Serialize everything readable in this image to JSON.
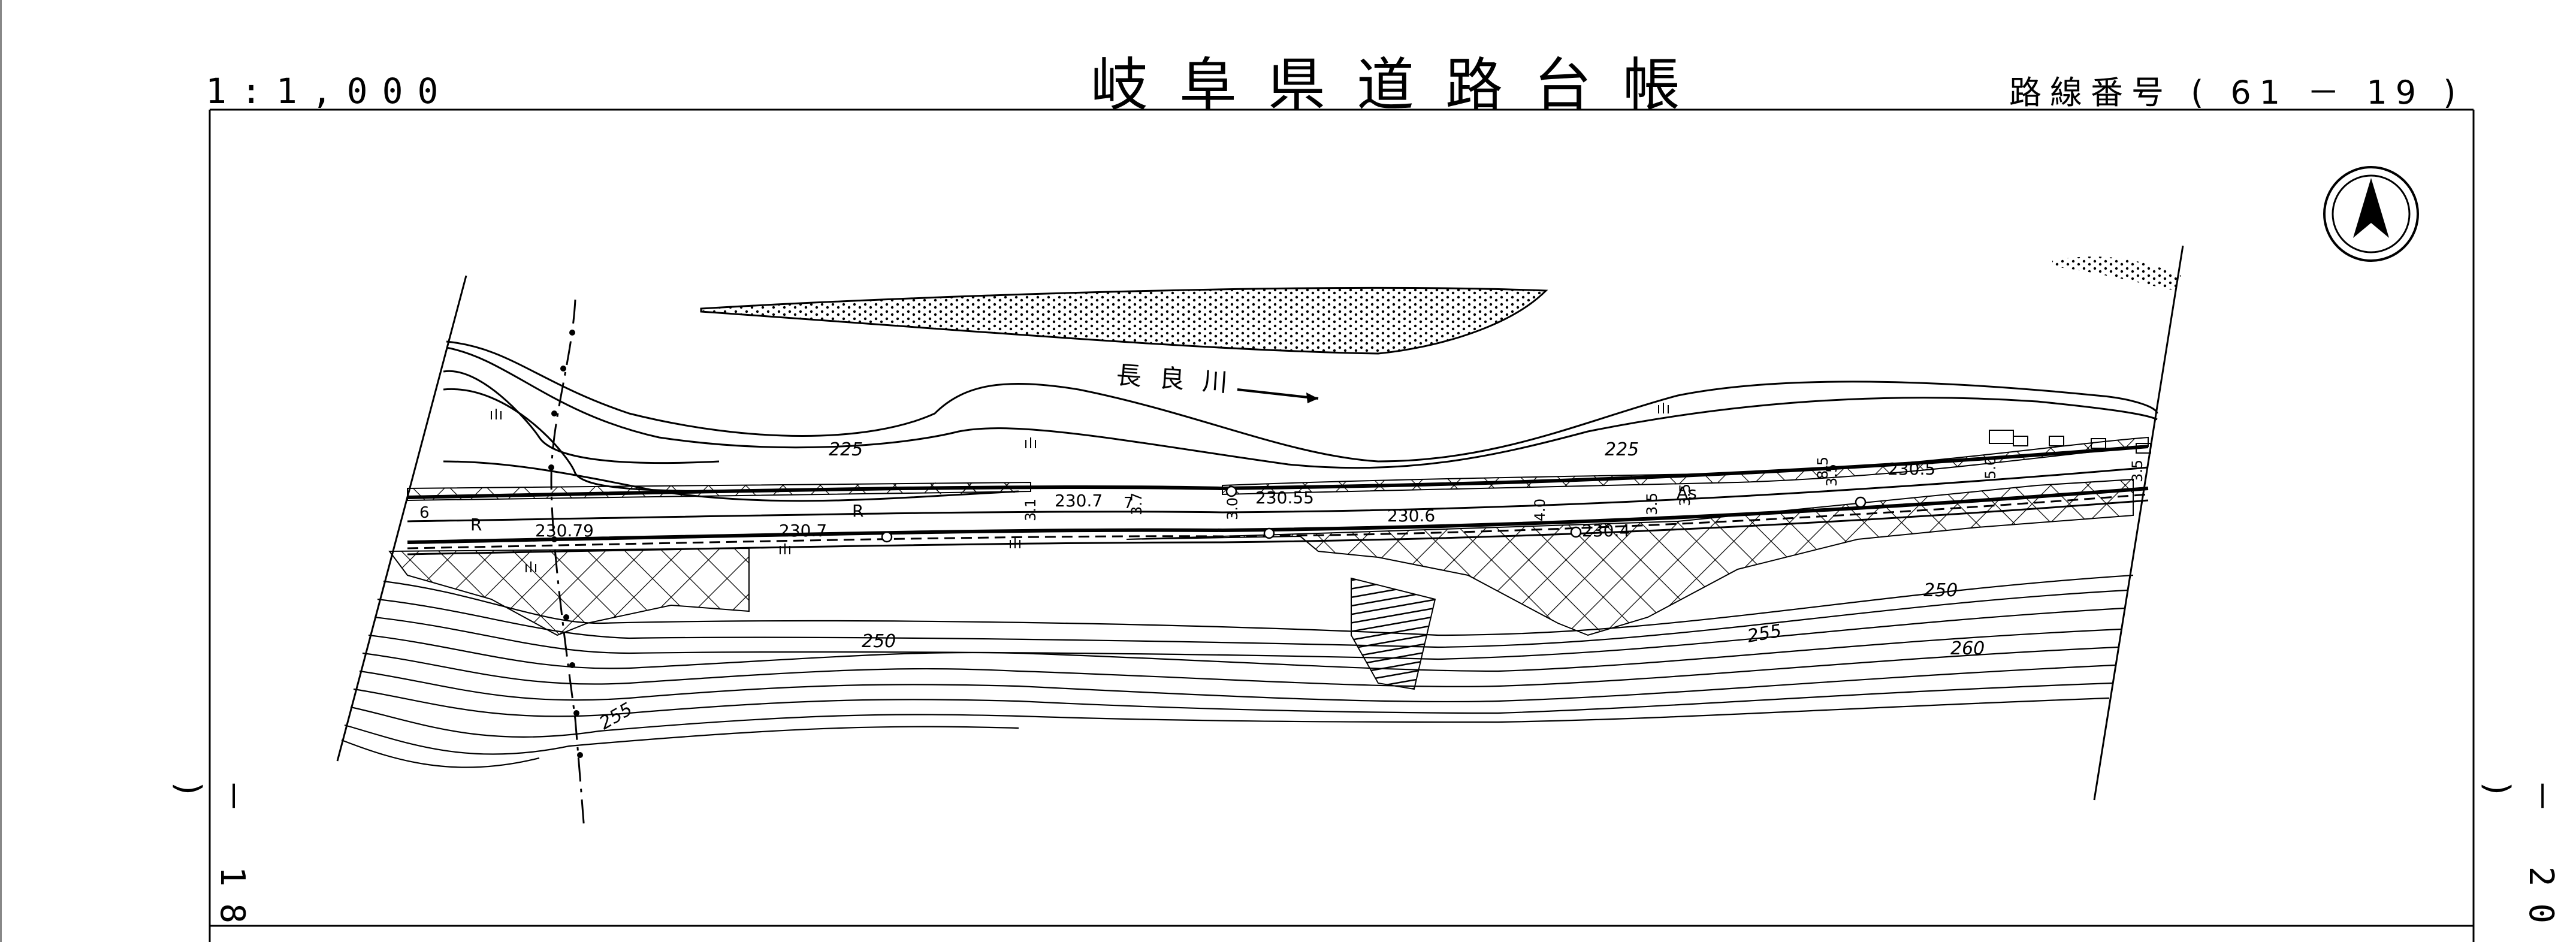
{
  "header": {
    "scale": "1:1,000",
    "title": "岐阜県道路台帳",
    "route_number": "路線番号 ( 61 － 19 )"
  },
  "adjacent_sheets": {
    "left": "－ 18 )",
    "right": "－ 20 )"
  },
  "map": {
    "river_name": "長良川",
    "contours": [
      "225",
      "225",
      "250",
      "250",
      "255",
      "255",
      "260"
    ],
    "elevations": [
      "230.79",
      "230.7",
      "230.7",
      "230.55",
      "230.6",
      "230.4",
      "230.5"
    ],
    "surface_codes": [
      "R",
      "R",
      "As"
    ],
    "widths": [
      "3.7",
      "3.1",
      "3.0",
      "4.0",
      "3.5",
      "3.5",
      "8.5",
      "3.5",
      "5.0",
      "3.5"
    ],
    "misc_marks": [
      "6",
      "7"
    ]
  },
  "colors": {
    "ink": "#000000",
    "paper": "#ffffff"
  },
  "icons": [
    "north-arrow-icon"
  ]
}
